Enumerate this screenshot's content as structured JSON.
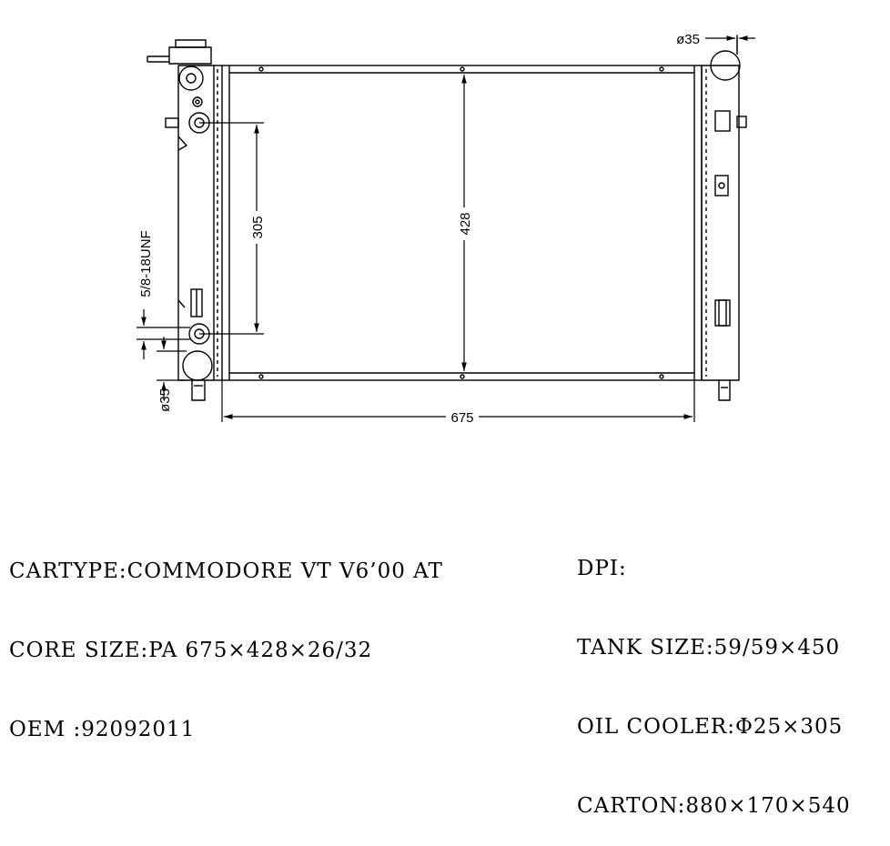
{
  "drawing": {
    "dimensions": {
      "width": "675",
      "height": "428",
      "oil_cooler_spacing": "305",
      "thread": "5/8-18UNF",
      "inlet_dia": "ø35",
      "outlet_dia": "ø35"
    }
  },
  "specs_left": {
    "cartype": "CARTYPE:COMMODORE VT V6’00 AT",
    "core_size": "CORE SIZE:PA 675×428×26/32",
    "oem": "OEM :92092011"
  },
  "specs_right": {
    "dpi": "DPI:",
    "tank_size": "TANK SIZE:59/59×450",
    "oil_cooler": "OIL COOLER:Φ25×305",
    "carton": "CARTON:880×170×540"
  }
}
